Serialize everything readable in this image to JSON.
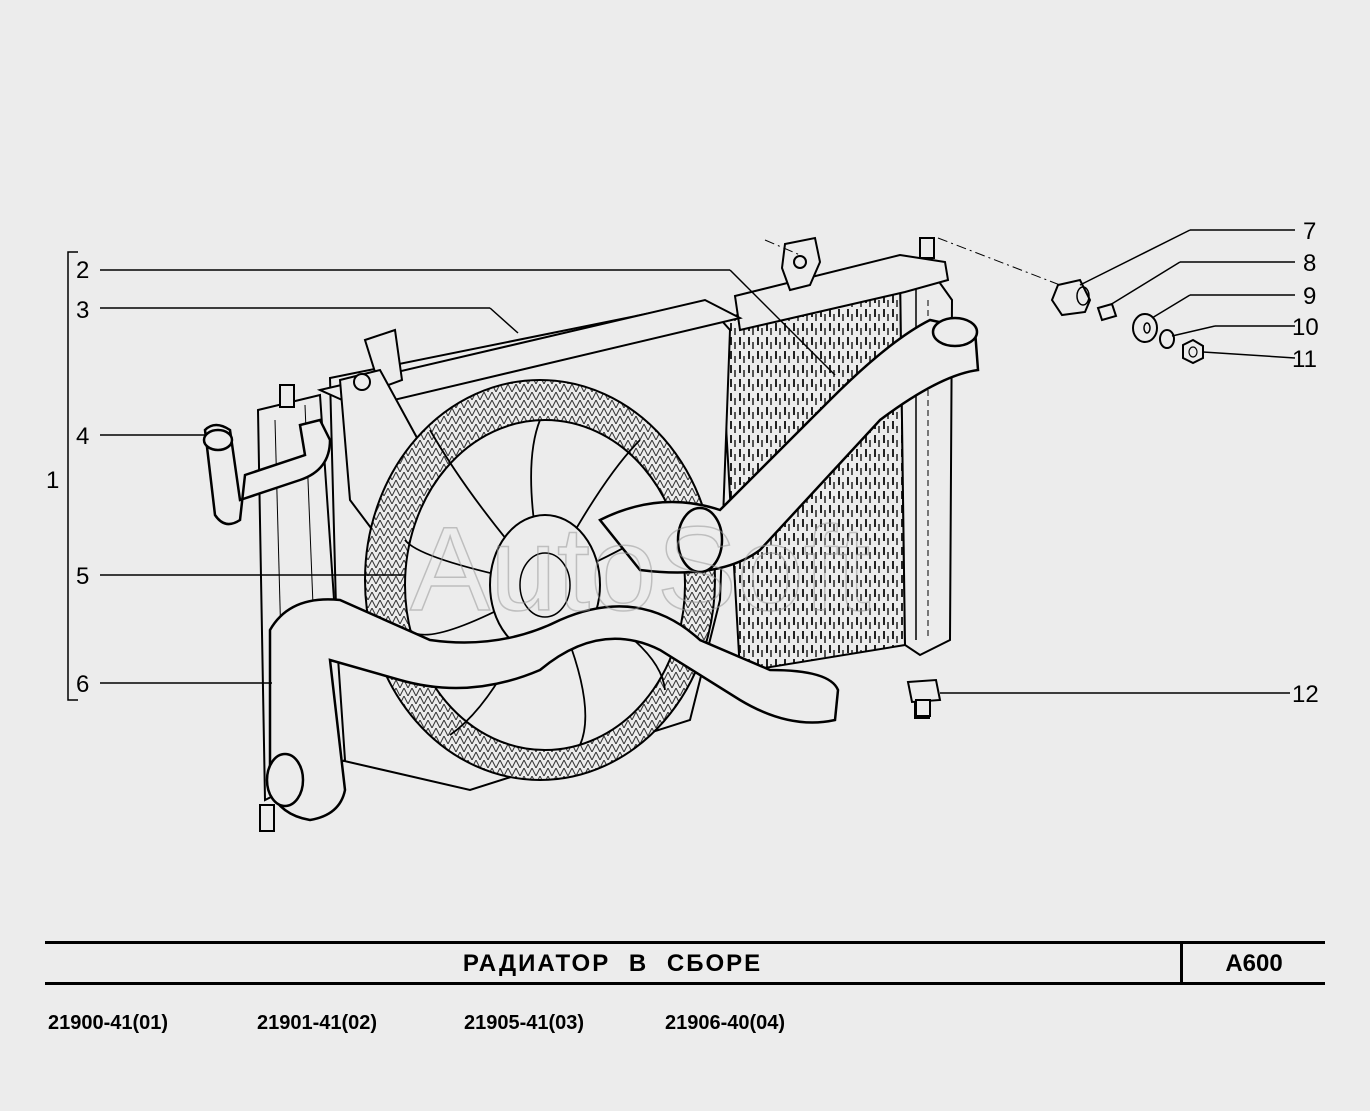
{
  "callouts": [
    {
      "num": "1"
    },
    {
      "num": "2"
    },
    {
      "num": "3"
    },
    {
      "num": "4"
    },
    {
      "num": "5"
    },
    {
      "num": "6"
    },
    {
      "num": "7"
    },
    {
      "num": "8"
    },
    {
      "num": "9"
    },
    {
      "num": "10"
    },
    {
      "num": "11"
    },
    {
      "num": "12"
    }
  ],
  "watermark": "AutoSoft",
  "title_block": {
    "title": "РАДИАТОР  В  СБОРЕ",
    "code": "A600"
  },
  "models": [
    "21900-41(01)",
    "21901-41(02)",
    "21905-41(03)",
    "21906-40(04)"
  ],
  "colors": {
    "background": "#ececec",
    "line": "#000000"
  }
}
